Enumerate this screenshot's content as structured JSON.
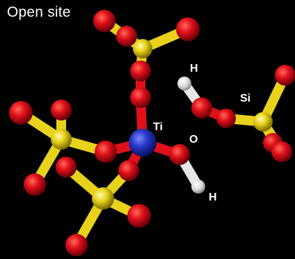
{
  "title": "Open site",
  "labels": {
    "h_top": "H",
    "si": "Si",
    "ti": "Ti",
    "o": "O",
    "h_bottom": "H"
  },
  "colors": {
    "background": "#000000",
    "oxygen": "#e0101a",
    "silicon": "#e8d21c",
    "titanium": "#2838c8",
    "hydrogen": "#e6e6e6",
    "label": "#ffffff"
  }
}
